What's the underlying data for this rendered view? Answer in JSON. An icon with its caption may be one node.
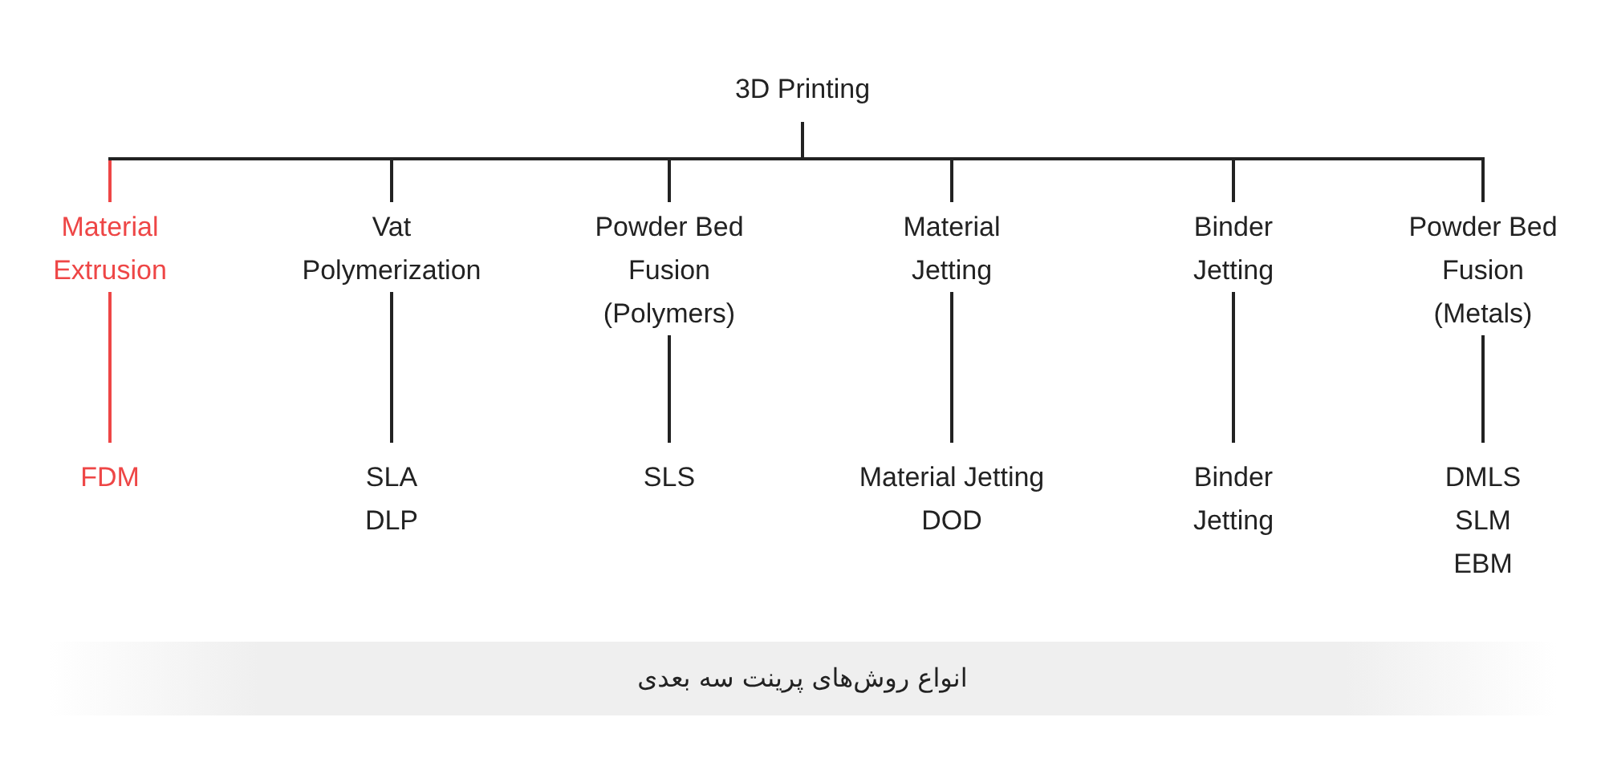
{
  "diagram": {
    "caption": "انواع روش‌های پرینت سه بعدی",
    "nodes": [
      {
        "text": [
          "3D Printing"
        ]
      },
      {
        "text": [
          "Material Extrusion"
        ]
      },
      {
        "text": [
          "Vat Polymerization"
        ]
      },
      {
        "text": [
          "Powder Bed Fusion (Polymers)"
        ]
      },
      {
        "text": [
          "Material Jetting"
        ]
      },
      {
        "text": [
          "Binder Jetting"
        ]
      },
      {
        "text": [
          "Powder Bed Fusion (Metals)"
        ]
      },
      {
        "text": [
          "FDM"
        ]
      },
      {
        "text": [
          "SLA",
          "DLP"
        ]
      },
      {
        "text": [
          "SLS"
        ]
      },
      {
        "text": [
          "Material Jetting",
          "DOD"
        ]
      },
      {
        "text": [
          "Binder Jetting"
        ]
      },
      {
        "text": [
          "DMLS",
          "SLM",
          "EBM"
        ]
      }
    ],
    "edges": [
      {
        "from": 0,
        "to": 1,
        "arrow": "none",
        "color": "#ee4646"
      },
      {
        "from": 0,
        "to": 2,
        "arrow": "none"
      },
      {
        "from": 0,
        "to": 3,
        "arrow": "none"
      },
      {
        "from": 0,
        "to": 4,
        "arrow": "none"
      },
      {
        "from": 0,
        "to": 5,
        "arrow": "none"
      },
      {
        "from": 0,
        "to": 6,
        "arrow": "none"
      },
      {
        "from": 1,
        "to": 7,
        "arrow": "none",
        "color": "#ee4646"
      },
      {
        "from": 2,
        "to": 8,
        "arrow": "none"
      },
      {
        "from": 3,
        "to": 9,
        "arrow": "none"
      },
      {
        "from": 4,
        "to": 10,
        "arrow": "none"
      },
      {
        "from": 5,
        "to": 11,
        "arrow": "none"
      },
      {
        "from": 6,
        "to": 12,
        "arrow": "none"
      }
    ]
  }
}
